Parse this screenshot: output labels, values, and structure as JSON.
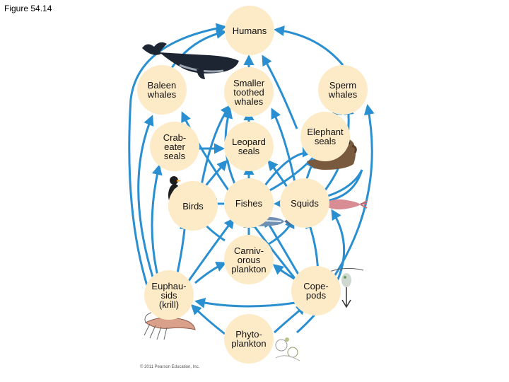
{
  "figure_label": "Figure 54.14",
  "nodes": {
    "humans": "Humans",
    "baleen_whales": "Baleen\nwhales",
    "smaller_toothed_whales": "Smaller\ntoothed\nwhales",
    "sperm_whales": "Sperm\nwhales",
    "crabeater_seals": "Crab-\neater\nseals",
    "leopard_seals": "Leopard\nseals",
    "elephant_seals": "Elephant\nseals",
    "birds": "Birds",
    "fishes": "Fishes",
    "squids": "Squids",
    "carnivorous_plankton": "Carniv-\norous\nplankton",
    "euphausids": "Euphau-\nsids\n(krill)",
    "copepods": "Cope-\npods",
    "phytoplankton": "Phyto-\nplankton"
  },
  "copyright": "© 2011 Pearson Education, Inc.",
  "colors": {
    "arrow": "#2a8fd0",
    "node": "#fdebc8"
  },
  "icons": [
    "whale-icon",
    "penguin-icon",
    "elephant-seal-icon",
    "fish-icon",
    "squid-icon",
    "copepod-icon",
    "krill-icon",
    "plankton-icon"
  ]
}
